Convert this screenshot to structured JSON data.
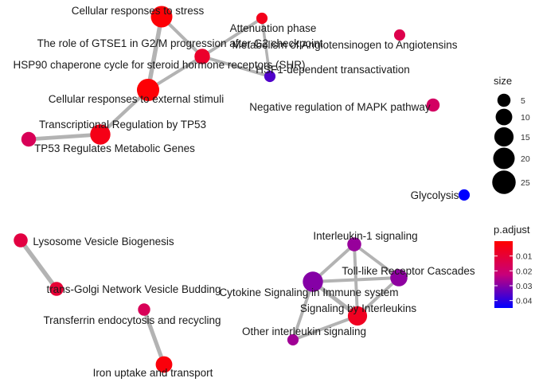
{
  "chart_data": {
    "type": "network",
    "nodes": [
      {
        "id": "n1",
        "label": "Cellular responses to stress",
        "size": 20,
        "p_adjust": 0.001
      },
      {
        "id": "n2",
        "label": "Attenuation phase",
        "size": 3,
        "p_adjust": 0.005
      },
      {
        "id": "n3",
        "label": "The role of GTSE1 in G2/M progression after G2 checkpoint",
        "size": 8,
        "p_adjust": 0.008
      },
      {
        "id": "n4",
        "label": "Metabolism of Angiotensinogen to Angiotensins",
        "size": 3,
        "p_adjust": 0.014
      },
      {
        "id": "n5",
        "label": "HSP90 chaperone cycle for steroid hormone receptors (SHR)",
        "size": 8,
        "p_adjust": 0.008
      },
      {
        "id": "n6",
        "label": "HSF1-dependent transactivation",
        "size": 3,
        "p_adjust": 0.036
      },
      {
        "id": "n7",
        "label": "Cellular responses to external stimuli",
        "size": 22,
        "p_adjust": 0.001
      },
      {
        "id": "n8",
        "label": "Negative regulation of MAPK pathway",
        "size": 5,
        "p_adjust": 0.018
      },
      {
        "id": "n9",
        "label": "Transcriptional Regulation by TP53",
        "size": 17,
        "p_adjust": 0.004
      },
      {
        "id": "n10",
        "label": "TP53 Regulates Metabolic Genes",
        "size": 7,
        "p_adjust": 0.016
      },
      {
        "id": "n11",
        "label": "Glycolysis",
        "size": 3,
        "p_adjust": 0.045
      },
      {
        "id": "n12",
        "label": "Lysosome Vesicle Biogenesis",
        "size": 6,
        "p_adjust": 0.012
      },
      {
        "id": "n13",
        "label": "trans-Golgi Network Vesicle Budding",
        "size": 6,
        "p_adjust": 0.01
      },
      {
        "id": "n14",
        "label": "Interleukin-1 signaling",
        "size": 6,
        "p_adjust": 0.028
      },
      {
        "id": "n15",
        "label": "Cytokine Signaling in Immune system",
        "size": 17,
        "p_adjust": 0.03
      },
      {
        "id": "n16",
        "label": "Toll-like Receptor Cascades",
        "size": 11,
        "p_adjust": 0.029
      },
      {
        "id": "n17",
        "label": "Transferrin endocytosis and recycling",
        "size": 4,
        "p_adjust": 0.016
      },
      {
        "id": "n18",
        "label": "Signaling by Interleukins",
        "size": 15,
        "p_adjust": 0.006
      },
      {
        "id": "n19",
        "label": "Other interleukin signaling",
        "size": 3,
        "p_adjust": 0.027
      },
      {
        "id": "n20",
        "label": "Iron uptake and transport",
        "size": 10,
        "p_adjust": 0.002
      }
    ],
    "edges": [
      {
        "source": "n1",
        "target": "n3",
        "weight": 0.6
      },
      {
        "source": "n1",
        "target": "n5",
        "weight": 0.6
      },
      {
        "source": "n1",
        "target": "n7",
        "weight": 1.0
      },
      {
        "source": "n3",
        "target": "n7",
        "weight": 0.6
      },
      {
        "source": "n5",
        "target": "n7",
        "weight": 0.6
      },
      {
        "source": "n2",
        "target": "n5",
        "weight": 0.6
      },
      {
        "source": "n2",
        "target": "n6",
        "weight": 0.5
      },
      {
        "source": "n5",
        "target": "n6",
        "weight": 0.6
      },
      {
        "source": "n3",
        "target": "n6",
        "weight": 0.3
      },
      {
        "source": "n7",
        "target": "n9",
        "weight": 0.7
      },
      {
        "source": "n9",
        "target": "n10",
        "weight": 0.8
      },
      {
        "source": "n12",
        "target": "n13",
        "weight": 1.0
      },
      {
        "source": "n17",
        "target": "n20",
        "weight": 0.9
      },
      {
        "source": "n14",
        "target": "n15",
        "weight": 0.6
      },
      {
        "source": "n14",
        "target": "n16",
        "weight": 0.6
      },
      {
        "source": "n14",
        "target": "n18",
        "weight": 0.6
      },
      {
        "source": "n15",
        "target": "n16",
        "weight": 0.6
      },
      {
        "source": "n15",
        "target": "n18",
        "weight": 0.9
      },
      {
        "source": "n15",
        "target": "n19",
        "weight": 0.6
      },
      {
        "source": "n16",
        "target": "n18",
        "weight": 0.6
      },
      {
        "source": "n18",
        "target": "n19",
        "weight": 0.6
      }
    ],
    "legend_size": {
      "title": "size",
      "breaks": [
        5,
        10,
        15,
        20,
        25
      ],
      "labels": [
        "5",
        "10",
        "15",
        "20",
        "25"
      ]
    },
    "legend_color": {
      "title": "p.adjust",
      "range": [
        0.0,
        0.045
      ],
      "ticks": [
        0.01,
        0.02,
        0.03,
        0.04
      ],
      "tick_labels": [
        "0.01",
        "0.02",
        "0.03",
        "0.04"
      ],
      "low_color": "#ff0000",
      "high_color": "#0000ff"
    },
    "edge_color": "#b3b3b3",
    "legend_placement": "right"
  }
}
